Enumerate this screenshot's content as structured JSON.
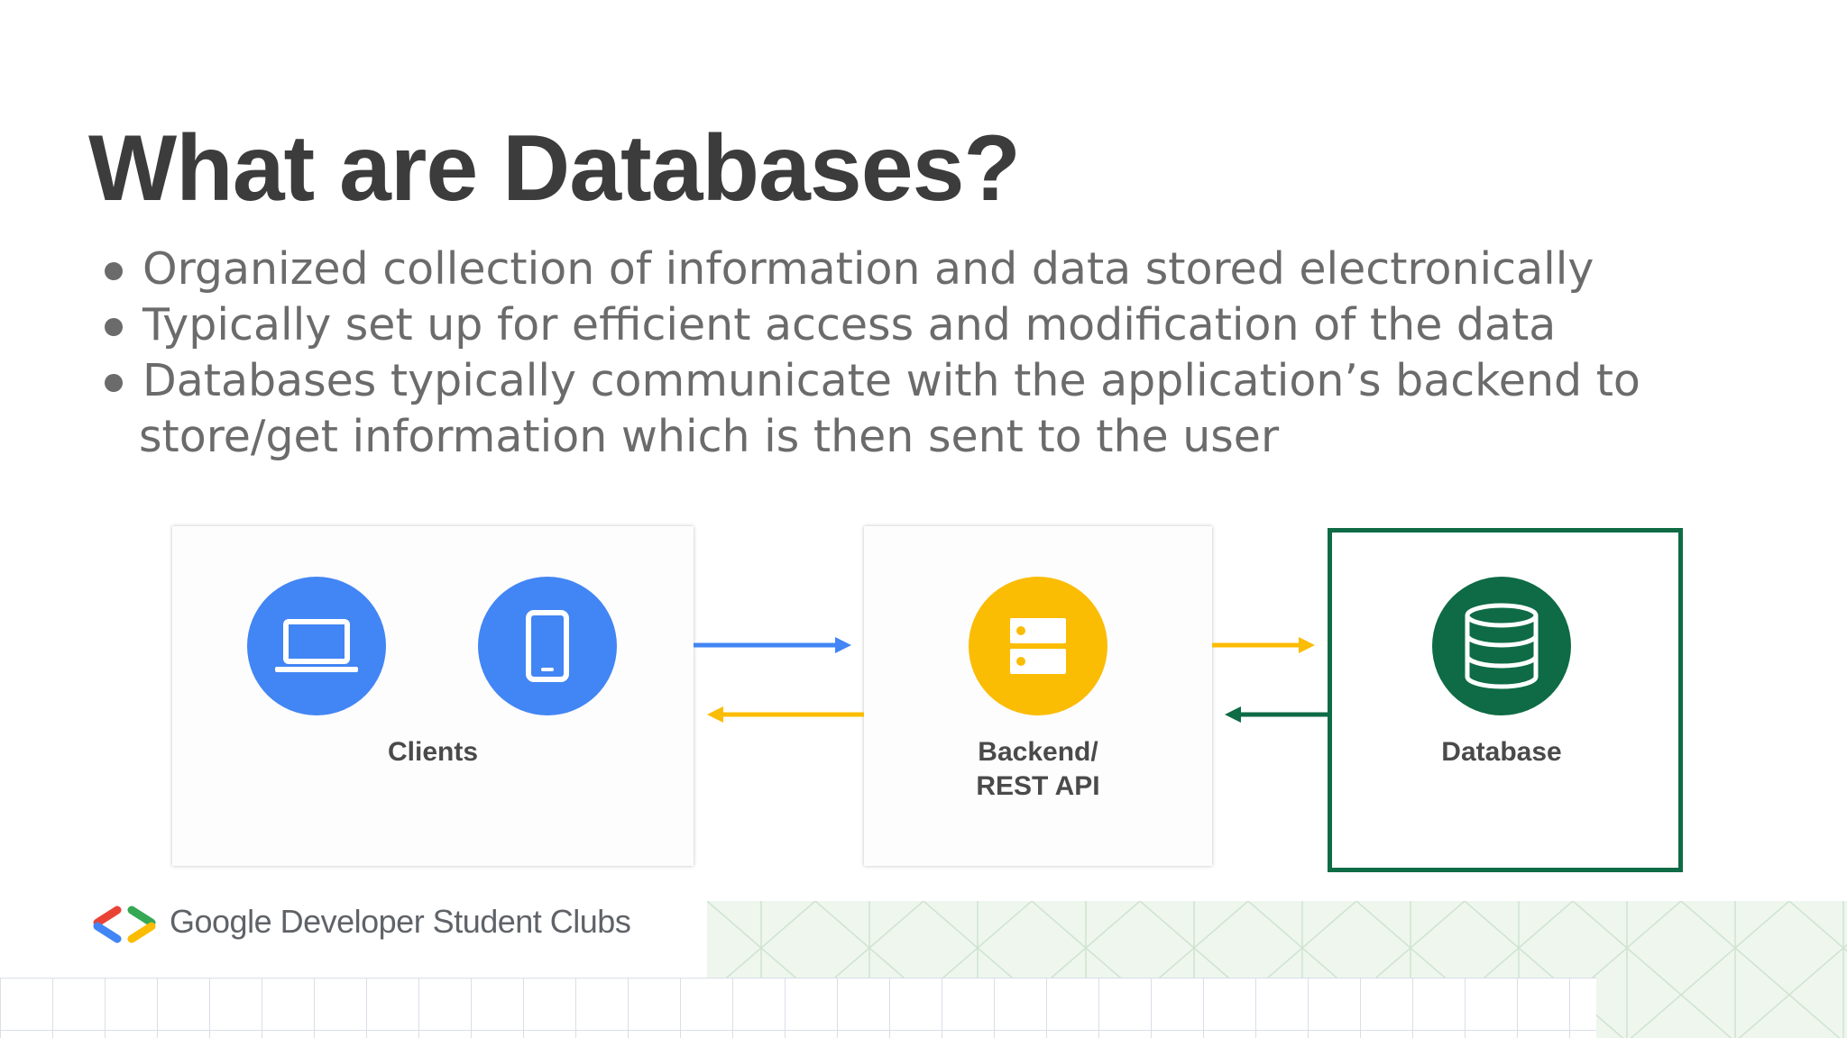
{
  "slide": {
    "title": "What are Databases?",
    "bullets": [
      {
        "line1": "Organized collection of information and data stored electronically",
        "line2": ""
      },
      {
        "line1": "Typically set up for efficient access and modification of the data",
        "line2": ""
      },
      {
        "line1": "Databases typically communicate with the application’s backend to",
        "line2": "store/get information which is then sent to the user"
      }
    ]
  },
  "diagram": {
    "nodes": {
      "clients": {
        "label": "Clients",
        "icons": [
          "laptop-icon",
          "smartphone-icon"
        ]
      },
      "backend": {
        "label_line1": "Backend/",
        "label_line2": "REST API",
        "icon": "server-icon"
      },
      "database": {
        "label": "Database",
        "icon": "database-icon"
      }
    },
    "edges": [
      {
        "from": "clients",
        "to": "backend",
        "color": "#4285f4"
      },
      {
        "from": "backend",
        "to": "clients",
        "color": "#fbbc04"
      },
      {
        "from": "backend",
        "to": "database",
        "color": "#fbbc04"
      },
      {
        "from": "database",
        "to": "backend",
        "color": "#0e6b45"
      }
    ]
  },
  "footer": {
    "brand": "Google Developer Student Clubs"
  },
  "colors": {
    "blue": "#4285f4",
    "yellow": "#fbbc04",
    "green": "#0e6b45",
    "red": "#ea4335"
  }
}
